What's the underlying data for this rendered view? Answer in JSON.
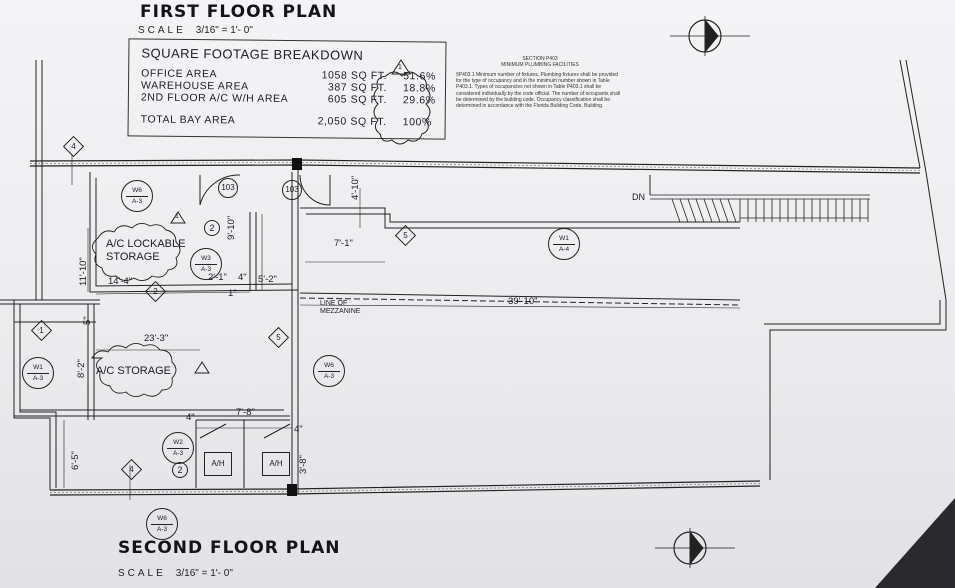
{
  "titles": {
    "first_floor": "FIRST FLOOR PLAN",
    "first_scale_word": "SCALE",
    "first_scale_value": "3/16\" = 1'- 0\"",
    "second_floor": "SECOND FLOOR PLAN",
    "second_scale_word": "SCALE",
    "second_scale_value": "3/16\" = 1'- 0\""
  },
  "sqft": {
    "title": "SQUARE FOOTAGE BREAKDOWN",
    "rows": [
      {
        "name": "OFFICE AREA",
        "area": "1058 SQ FT.",
        "pct": "51.6%"
      },
      {
        "name": "WAREHOUSE AREA",
        "area": "387 SQ FT.",
        "pct": "18.8%"
      },
      {
        "name": "2ND FLOOR A/C W/H AREA",
        "area": "605 SQ FT.",
        "pct": "29.6%"
      }
    ],
    "total": {
      "name": "TOTAL BAY AREA",
      "area": "2,050 SQ FT.",
      "pct": "100%"
    },
    "rev": "1"
  },
  "code": {
    "section": "SECTION P403",
    "heading": "MINIMUM PLUMBING FACILITIES",
    "text": "§P403.1 Minimum number of fixtures. Plumbing fixtures shall be provided for the type of occupancy and in the minimum number shown in Table P403.1. Types of occupancies not shown in Table P403.1 shall be considered individually by the code official. The number of occupants shall be determined by the building code. Occupancy classification shall be determined in accordance with the Florida Building Code, Building."
  },
  "rooms": {
    "lockable": "A/C LOCKABLE STORAGE",
    "storage": "A/C STORAGE",
    "mezz": "LINE OF MEZZANINE",
    "dn": "DN",
    "ah1": "A/H",
    "ah2": "A/H"
  },
  "dims": {
    "d1": "4'-10\"",
    "d2": "9'-10\"",
    "d3": "7'-1\"",
    "d4": "11'-10\"",
    "d5": "14'-4\"",
    "d6": "2'-1\"",
    "d7": "4\"",
    "d8": "5'-2\"",
    "d9": "39'-10\"",
    "d10": "23'-3\"",
    "d11": "5\"",
    "d12": "8'-2\"",
    "d13": "4\"",
    "d14": "7'-8\"",
    "d15": "4\"",
    "d16": "3'-8\"",
    "d17": "6'-5\"",
    "d18": "1\""
  },
  "tags": {
    "w6a": {
      "top": "W6",
      "bot": "A-3"
    },
    "w3": {
      "top": "W3",
      "bot": "A-3"
    },
    "w1a": {
      "top": "W1",
      "bot": "A-4"
    },
    "w1b": {
      "top": "W1",
      "bot": "A-3"
    },
    "w6b": {
      "top": "W6",
      "bot": "A-3"
    },
    "w2": {
      "top": "W2",
      "bot": "A-3"
    },
    "w6c": {
      "top": "W6",
      "bot": "A-3"
    }
  },
  "markers": {
    "door1": "103",
    "door2": "103",
    "n4a": "4",
    "n4b": "4",
    "n2a": "2",
    "n2b": "2",
    "n2c": "2",
    "n5a": "5",
    "n5b": "5",
    "n1": "1",
    "rev1": "1",
    "rev2": "1"
  }
}
